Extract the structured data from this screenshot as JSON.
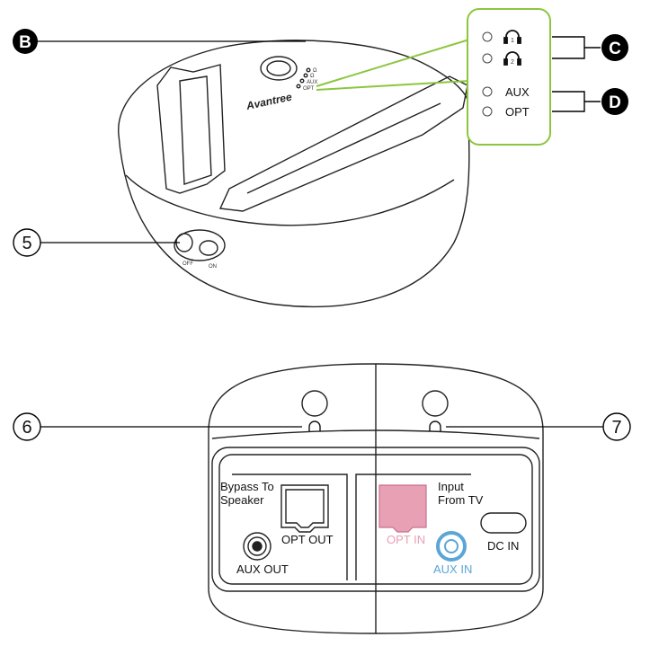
{
  "callouts": {
    "b": "B",
    "c": "C",
    "d": "D",
    "n5": "5",
    "n6": "6",
    "n7": "7"
  },
  "device": {
    "brand": "Avantree",
    "switch_off": "OFF",
    "switch_on": "ON",
    "led_aux_small": "AUX",
    "led_opt_small": "OPT"
  },
  "led_panel": {
    "aux": "AUX",
    "opt": "OPT"
  },
  "rear_panel": {
    "bypass_line1": "Bypass To",
    "bypass_line2": "Speaker",
    "opt_out": "OPT OUT",
    "aux_out": "AUX OUT",
    "input_line1": "Input",
    "input_line2": "From TV",
    "opt_in": "OPT IN",
    "aux_in": "AUX IN",
    "dc_in": "DC IN"
  },
  "colors": {
    "callout_line": "#000000",
    "highlight_green": "#8cc63f",
    "opt_in_pink": "#e8a0b4",
    "aux_in_blue": "#5aa6d6"
  },
  "icons": [
    "headphone-1-icon",
    "headphone-2-icon"
  ]
}
